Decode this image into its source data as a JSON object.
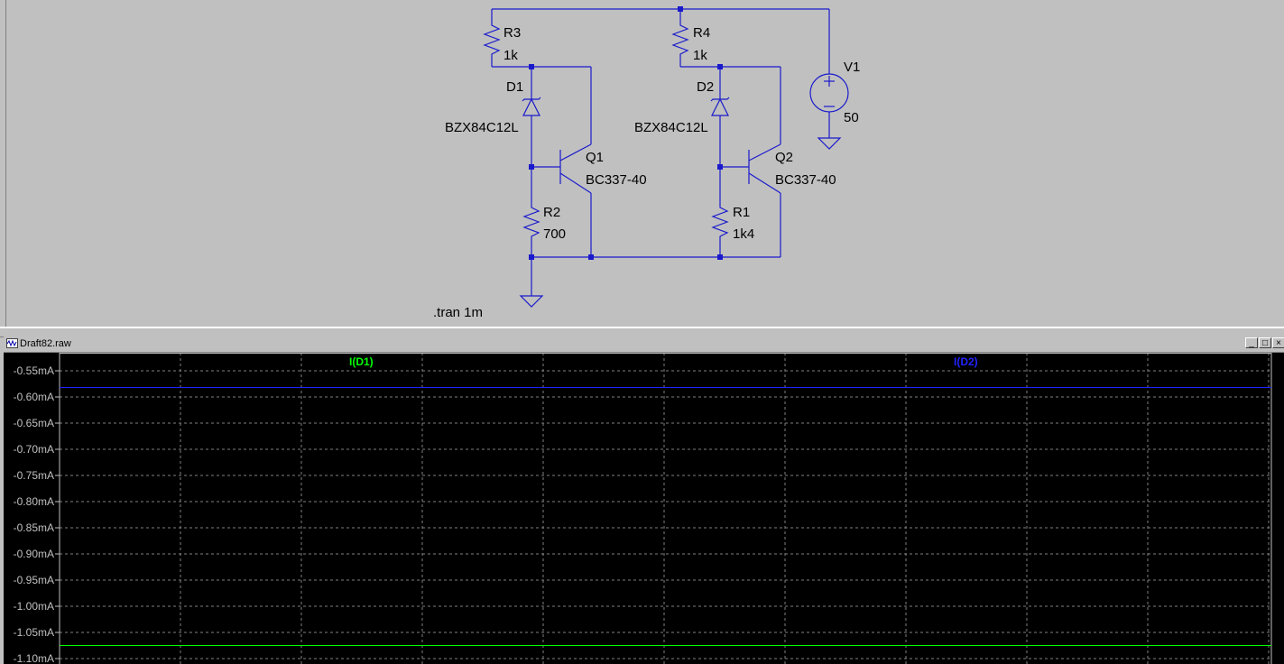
{
  "schematic": {
    "components": {
      "r3": {
        "name": "R3",
        "value": "1k"
      },
      "r4": {
        "name": "R4",
        "value": "1k"
      },
      "r2": {
        "name": "R2",
        "value": "700"
      },
      "r1": {
        "name": "R1",
        "value": "1k4"
      },
      "d1": {
        "name": "D1",
        "model": "BZX84C12L"
      },
      "d2": {
        "name": "D2",
        "model": "BZX84C12L"
      },
      "q1": {
        "name": "Q1",
        "model": "BC337-40"
      },
      "q2": {
        "name": "Q2",
        "model": "BC337-40"
      },
      "v1": {
        "name": "V1",
        "value": "50"
      }
    },
    "directive": ".tran 1m",
    "wire_color": "#1a1acc"
  },
  "waveform_window": {
    "title": "Draft82.raw",
    "buttons": {
      "minimize": "_",
      "maximize": "□",
      "close": "×"
    },
    "traces": [
      {
        "label": "I(D1)",
        "color": "#00ff00",
        "value_mA": -1.075
      },
      {
        "label": "I(D2)",
        "color": "#2222ff",
        "value_mA": -0.582
      }
    ],
    "y_ticks": [
      "-0.55mA",
      "-0.60mA",
      "-0.65mA",
      "-0.70mA",
      "-0.75mA",
      "-0.80mA",
      "-0.85mA",
      "-0.90mA",
      "-0.95mA",
      "-1.00mA",
      "-1.05mA",
      "-1.10mA"
    ],
    "y_range_mA": [
      -1.1,
      -0.55
    ]
  }
}
